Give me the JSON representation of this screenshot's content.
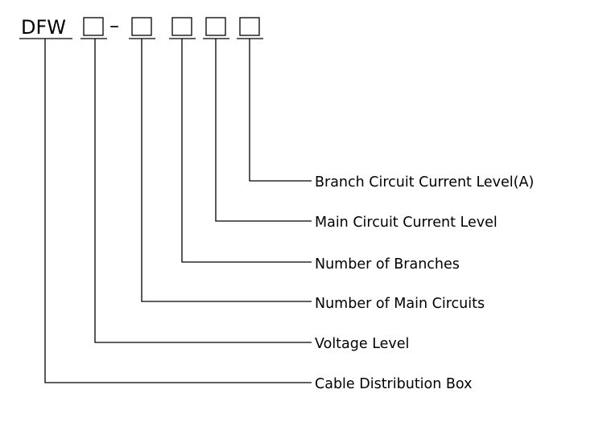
{
  "model_code": {
    "prefix": "DFW",
    "separator": "–"
  },
  "labels": {
    "cable_distribution_box": "Cable Distribution Box",
    "voltage_level": "Voltage Level",
    "number_of_main_circuits": "Number of Main Circuits",
    "number_of_branches": "Number of Branches",
    "main_circuit_current_level": "Main Circuit Current Level",
    "branch_circuit_current_level": "Branch Circuit Current Level(A)"
  }
}
